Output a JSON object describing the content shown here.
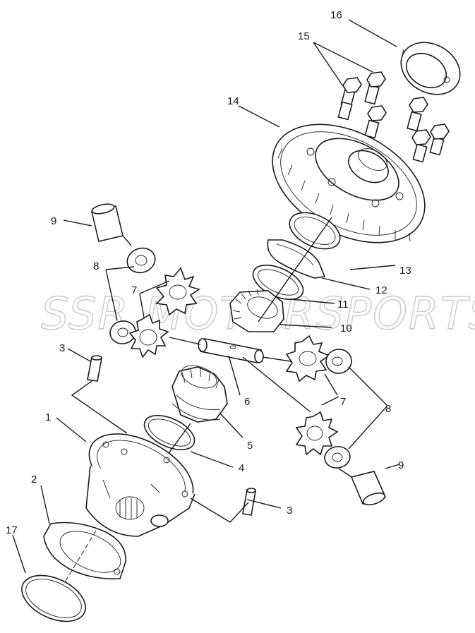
{
  "watermark": "SSR MOTORSPORTS",
  "labels": {
    "p1": "1",
    "p2": "2",
    "p3a": "3",
    "p3b": "3",
    "p4": "4",
    "p5": "5",
    "p6": "6",
    "p7a": "7",
    "p7b": "7",
    "p8a": "8",
    "p8b": "8",
    "p9a": "9",
    "p9b": "9",
    "p10": "10",
    "p11": "11",
    "p12": "12",
    "p13": "13",
    "p14": "14",
    "p15": "15",
    "p16": "16",
    "p17": "17"
  }
}
